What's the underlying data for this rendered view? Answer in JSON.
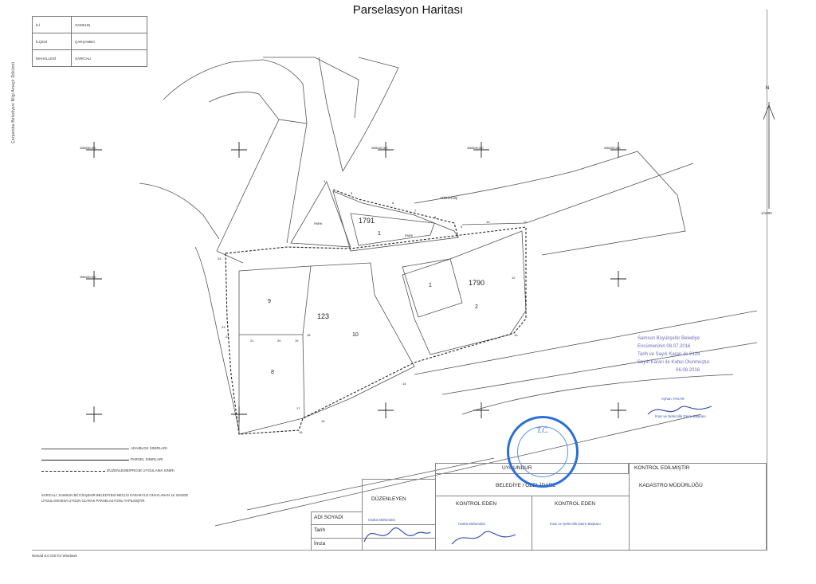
{
  "title": "Parselasyon Haritası",
  "vertical_note": "Çarşamba Belediyesi Bilgi Amaçlı Dökümü",
  "info": [
    {
      "label": "İLİ",
      "value": "SAMSUN"
    },
    {
      "label": "İLÇESİ",
      "value": "ÇARŞAMBA"
    },
    {
      "label": "MAHALLESİ",
      "value": "SARICALI"
    }
  ],
  "north": "N",
  "scale": "1/1000",
  "street_label": "YÜRÜYÜŞ",
  "blocks": [
    {
      "no": "1791",
      "parcel": "1"
    },
    {
      "no": "1790",
      "parcel": "2"
    },
    {
      "no": "123",
      "parcel": "10"
    }
  ],
  "parcels": [
    "1",
    "9",
    "8"
  ],
  "park_labels": [
    "PARK",
    "PARK"
  ],
  "corner_nums": [
    "4",
    "5",
    "6",
    "7",
    "8",
    "9",
    "10",
    "11",
    "12",
    "13",
    "14",
    "15",
    "16",
    "17",
    "18",
    "19",
    "20",
    "21",
    "22",
    "23",
    "24"
  ],
  "coord_labels": [
    "4566000.000",
    "4566100.000",
    "4566200.000",
    "4566300.000",
    "4566400.000"
  ],
  "legend": [
    {
      "label": "ADA/BLOK SINIRLARI",
      "style": "thin"
    },
    {
      "label": "PARSEL SINIRLARI",
      "style": "thick"
    },
    {
      "label": "DÜZENLEME/PROJE UYGULAMA SINIRI",
      "style": "dashed"
    }
  ],
  "note": "SARICALI: SAMSUN BÜYÜKŞEHİR BELEDİYESİ MECLİS KARARI İLE ONAYLANAN 18. MADDE UYGULAMASINA UYGUN OLARAK PARSELASYONU YAPILMIŞTIR.",
  "footer": "Netcad 8.0 GIS for Windows",
  "municipality": {
    "line1": "Samsun Büyükşehir Belediye",
    "line2": "Encümeninin 08.07.2016",
    "line3": "Tarih ve Sayılı Kararı ile 2124",
    "line4": "Sayılı Kararı ile Kabul Olunmuştur.",
    "line5": "06.08.2016"
  },
  "signature_top": {
    "name": "Ayhan YAKAR",
    "title": "İmar ve Şehircilik Daire Başkanı"
  },
  "stamp_text": "T.C.",
  "table": {
    "uygundur": "UYGUNDUR",
    "kontrol_edilmistir": "KONTROL EDİLMİŞTİR",
    "belediye": "BELEDİYE / ÖZEL İDARE",
    "kadastro": "KADASTRO MÜDÜRLÜĞÜ",
    "duzenleyen": "DÜZENLEYEN",
    "kontrol_eden_1": "KONTROL EDEN",
    "kontrol_eden_2": "KONTROL EDEN",
    "adi_soyadi": "ADI SOYADI",
    "tarih": "Tarih",
    "imza": "İmza",
    "sig1": "Harita Mühendisi",
    "sig2": "Harita Mühendisi",
    "sig3": "İmar ve Şehircilik Daire Başkanı"
  }
}
